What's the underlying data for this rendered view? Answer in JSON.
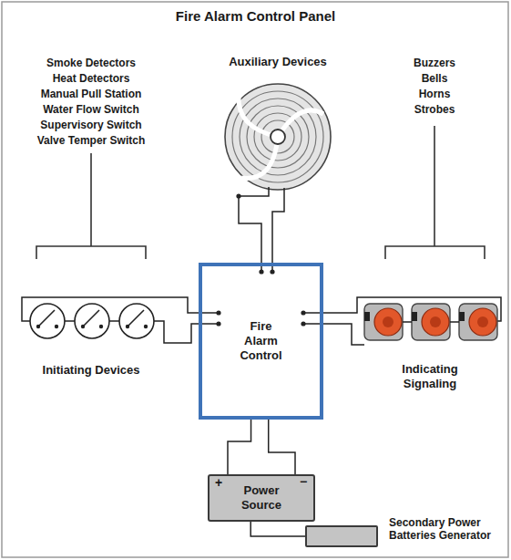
{
  "diagram": {
    "title": "Fire Alarm Control Panel",
    "nodes": [
      {
        "text": [
          "Fire Alarm Control"
        ]
      },
      {
        "text": [
          "Power Source"
        ]
      },
      {
        "text": [
          "Secondary Power Batteries Generator"
        ]
      }
    ],
    "edges": [
      {
        "from": 1,
        "to": 0,
        "arrow": "none"
      },
      {
        "from": 2,
        "to": 1,
        "arrow": "none"
      }
    ],
    "labels": [
      "Auxiliary Devices",
      "Smoke Detectors",
      "Heat Detectors",
      "Manual Pull Station",
      "Water Flow Switch",
      "Supervisory Switch",
      "Valve Temper Switch",
      "Buzzers",
      "Bells",
      "Horns",
      "Strobes",
      "Initiating Devices",
      "Indicating Signaling",
      "+",
      "−"
    ]
  }
}
